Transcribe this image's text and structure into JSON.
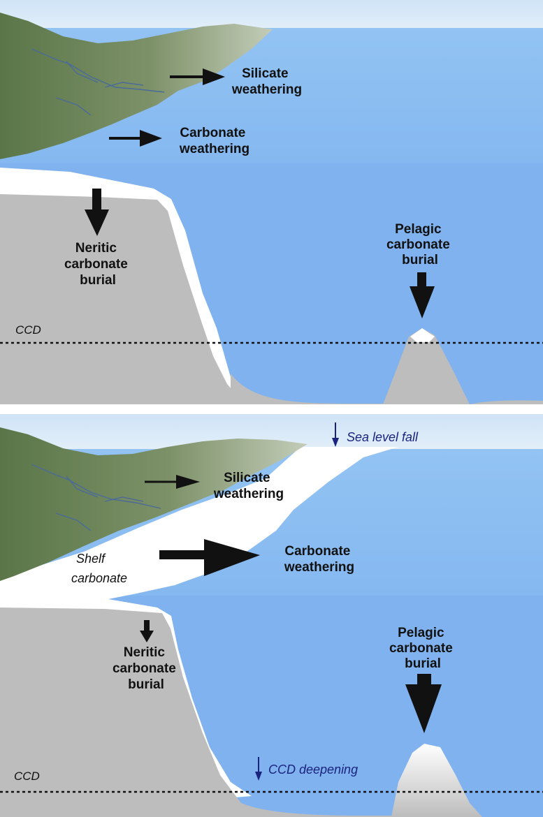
{
  "colors": {
    "sky": "#d6e8f7",
    "ocean_surface": "#8ec0f2",
    "ocean_deep": "#7fb2ee",
    "land_dark": "#5f7a4c",
    "land_light": "#b7c2ac",
    "seafloor": "#bdbdbd",
    "carbonate_white": "#ffffff",
    "river": "#4a6a9a",
    "note_blue": "#1a237e"
  },
  "top_panel": {
    "silicate_weathering": [
      "Silicate",
      "weathering"
    ],
    "carbonate_weathering": [
      "Carbonate",
      "weathering"
    ],
    "neritic_burial": [
      "Neritic",
      "carbonate",
      "burial"
    ],
    "pelagic_burial": [
      "Pelagic",
      "carbonate",
      "burial"
    ],
    "ccd_label": "CCD"
  },
  "bottom_panel": {
    "sea_level_note": "Sea level fall",
    "silicate_weathering": [
      "Silicate",
      "weathering"
    ],
    "carbonate_weathering": [
      "Carbonate",
      "weathering"
    ],
    "shelf_carbonate": [
      "Shelf",
      "carbonate"
    ],
    "neritic_burial": [
      "Neritic",
      "carbonate",
      "burial"
    ],
    "pelagic_burial": [
      "Pelagic",
      "carbonate",
      "burial"
    ],
    "ccd_label": "CCD",
    "ccd_note": "CCD deepening"
  }
}
